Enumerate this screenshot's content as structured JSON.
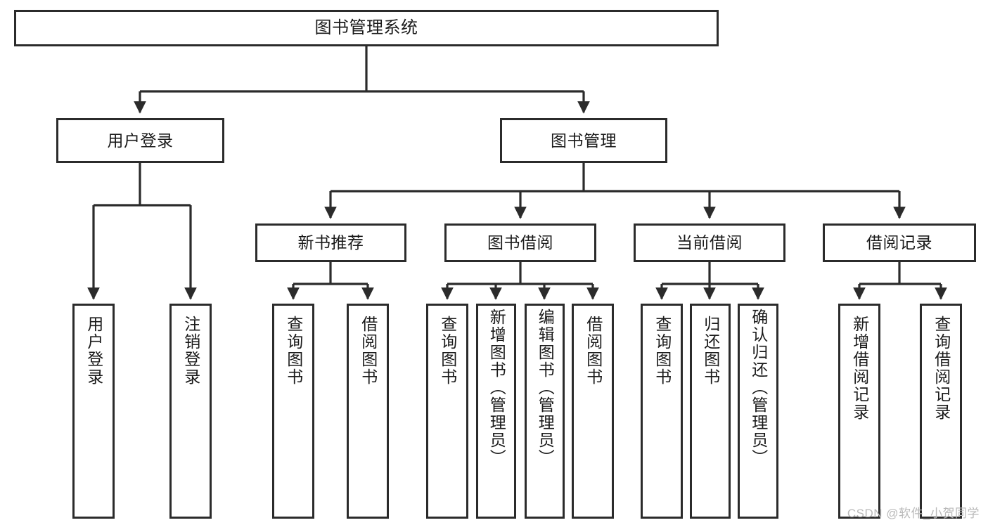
{
  "diagram": {
    "title": "图书管理系统",
    "type": "tree",
    "root": {
      "label": "图书管理系统"
    },
    "level2": [
      {
        "label": "用户登录"
      },
      {
        "label": "图书管理"
      }
    ],
    "level3": [
      {
        "label": "新书推荐"
      },
      {
        "label": "图书借阅"
      },
      {
        "label": "当前借阅"
      },
      {
        "label": "借阅记录"
      }
    ],
    "leaves": {
      "user_login": [
        {
          "label": "用户登录"
        },
        {
          "label": "注销登录"
        }
      ],
      "new_book_recommend": [
        {
          "label": "查询图书"
        },
        {
          "label": "借阅图书"
        }
      ],
      "book_borrow": [
        {
          "label": "查询图书"
        },
        {
          "label": "新增图书（管理员）"
        },
        {
          "label": "编辑图书（管理员）"
        },
        {
          "label": "借阅图书"
        }
      ],
      "current_borrow": [
        {
          "label": "查询图书"
        },
        {
          "label": "归还图书"
        },
        {
          "label": "确认归还（管理员）"
        }
      ],
      "borrow_record": [
        {
          "label": "新增借阅记录"
        },
        {
          "label": "查询借阅记录"
        }
      ]
    }
  },
  "watermark": {
    "text": "CSDN @软件_小贺同学"
  },
  "colors": {
    "border": "#2b2b2b",
    "text": "#1a1a1a",
    "background": "#ffffff",
    "watermark": "#b9b9b9"
  }
}
